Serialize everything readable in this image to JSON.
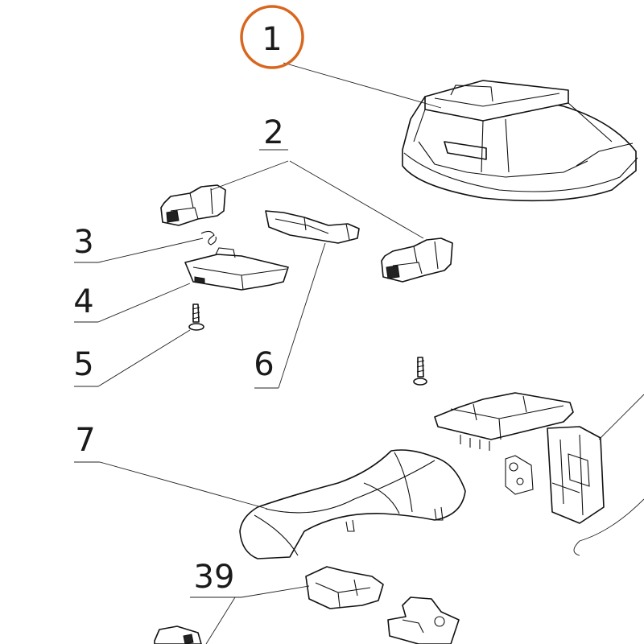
{
  "diagram": {
    "callouts": [
      {
        "id": "1",
        "text": "1",
        "highlighted": true
      },
      {
        "id": "2",
        "text": "2"
      },
      {
        "id": "3",
        "text": "3"
      },
      {
        "id": "4",
        "text": "4"
      },
      {
        "id": "5",
        "text": "5"
      },
      {
        "id": "6",
        "text": "6"
      },
      {
        "id": "7",
        "text": "7"
      },
      {
        "id": "39",
        "text": "39"
      }
    ],
    "highlight_color": "#d9661f",
    "line_color": "#222222"
  }
}
